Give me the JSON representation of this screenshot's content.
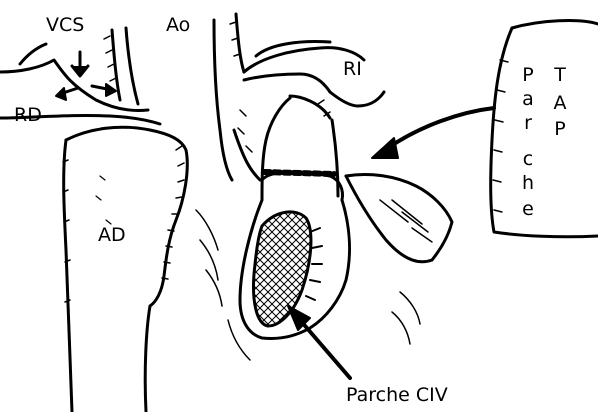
{
  "labels": {
    "vcs": "VCS",
    "ao": "Ao",
    "ri": "RI",
    "rd": "RD",
    "ad": "AD",
    "parche_civ": "Parche CIV"
  },
  "tap_patch": {
    "parche_letters": [
      "P",
      "a",
      "r",
      "c",
      "h",
      "e"
    ],
    "tap_letters": [
      "T",
      "A",
      "P"
    ]
  },
  "colors": {
    "ink": "#000000",
    "background": "#ffffff"
  }
}
